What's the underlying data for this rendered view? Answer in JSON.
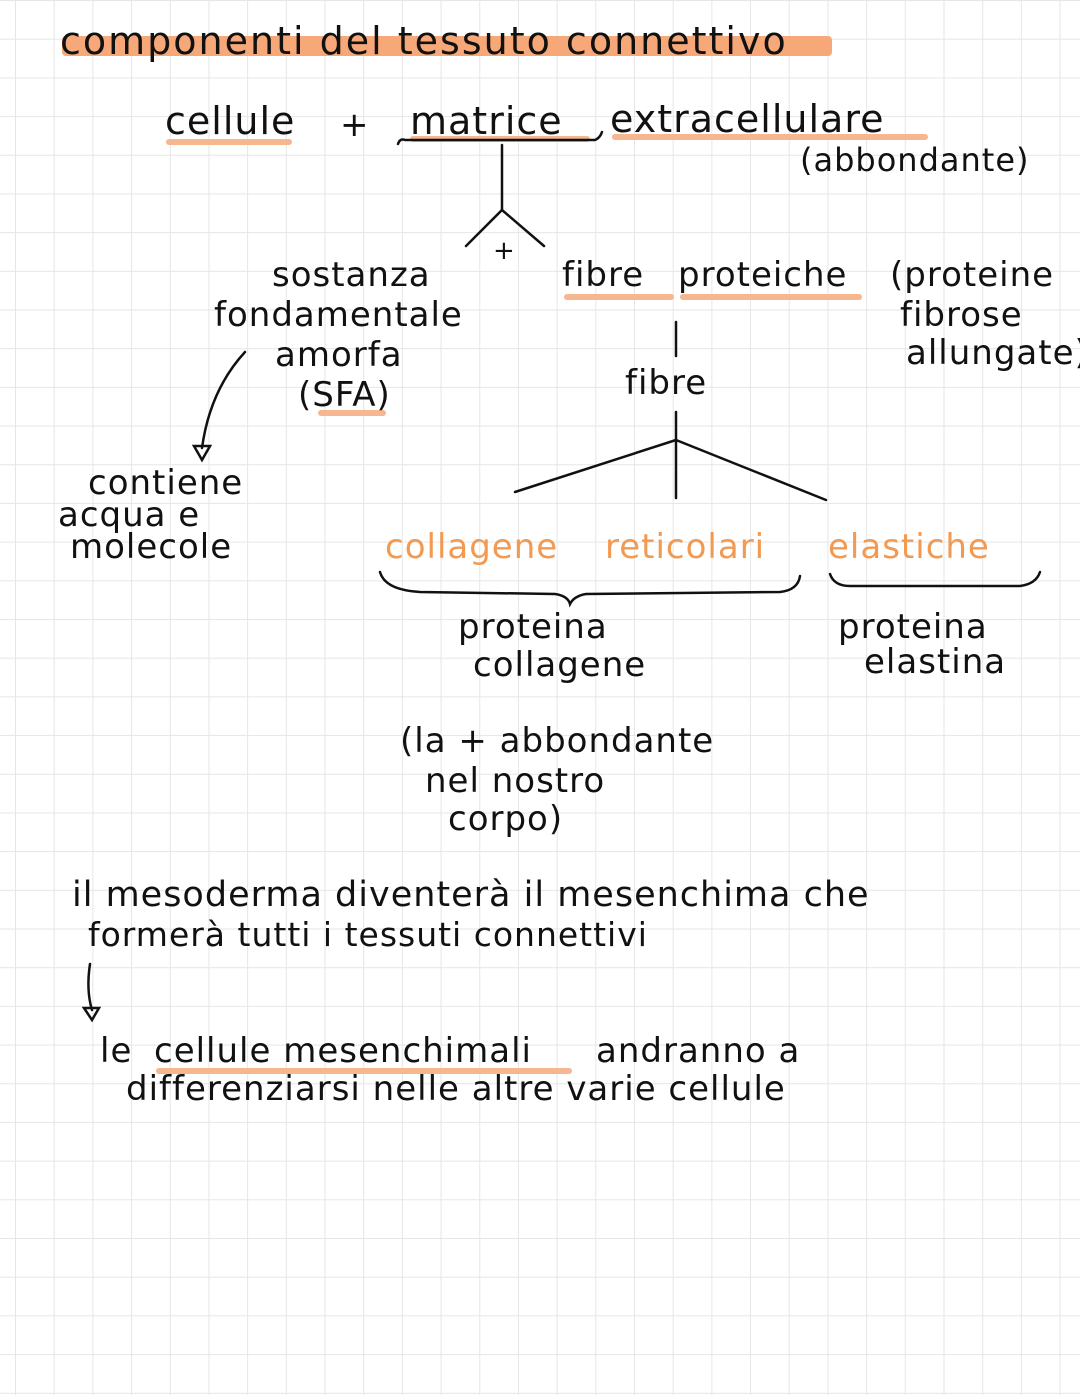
{
  "title": "componenti del tessuto connettivo",
  "row1": {
    "cellule": "cellule",
    "plus": "+",
    "matrice": "matrice",
    "extracellulare": "extracellulare",
    "abbondante": "(abbondante)"
  },
  "branch_plus": "+",
  "sfa": {
    "l1": "sostanza",
    "l2": "fondamentale",
    "l3": "amorfa",
    "l4": "(SFA)"
  },
  "contiene": {
    "l1": "contiene",
    "l2": "acqua e",
    "l3": "molecole"
  },
  "fibre_proteiche": {
    "fibre": "fibre",
    "proteiche": "proteiche",
    "note1": "(proteine",
    "note2": "fibrose",
    "note3": "allungate)"
  },
  "fibre": "fibre",
  "types": {
    "collagene": "collagene",
    "reticolari": "reticolari",
    "elastiche": "elastiche"
  },
  "proteina_collagene": {
    "l1": "proteina",
    "l2": "collagene"
  },
  "proteina_elastina": {
    "l1": "proteina",
    "l2": "elastina"
  },
  "abbondante_note": {
    "l1": "(la + abbondante",
    "l2": "nel nostro",
    "l3": "corpo)"
  },
  "mesoderma": {
    "l1": "il mesoderma diventerà il mesenchima che",
    "l2": "formerà tutti i tessuti connettivi"
  },
  "mesenchimali": {
    "le": "le",
    "cellule_mesenchimali": "cellule mesenchimali",
    "rest": "andranno a",
    "l2": "differenziarsi nelle altre varie cellule"
  },
  "colors": {
    "highlight": "#f6a878",
    "orange_text": "#f29a52",
    "grid": "#e6e6e6"
  }
}
